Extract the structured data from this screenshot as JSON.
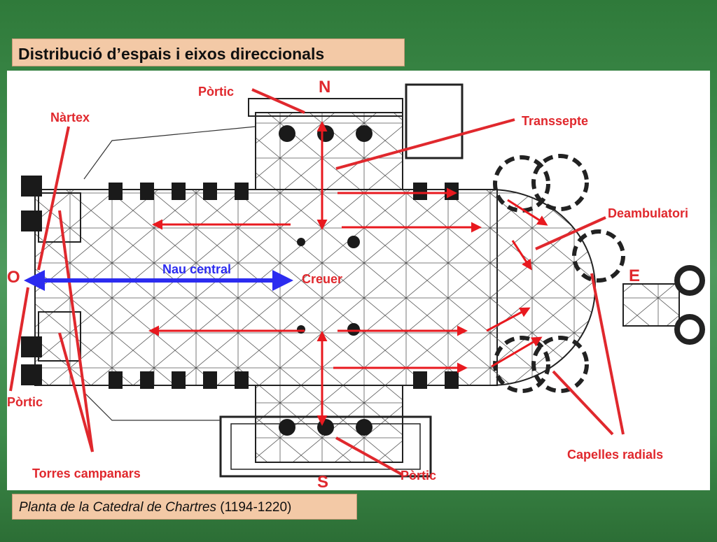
{
  "title": "Distribució d’espais i eixos direccionals",
  "caption": {
    "italic": "Planta de la Catedral de Chartres",
    "years": "(1194-1220)"
  },
  "plan": {
    "compass": {
      "north": "N",
      "south": "S",
      "east": "E",
      "west": "O"
    },
    "labels": {
      "portic_north": "Pòrtic",
      "narthex": "Nàrtex",
      "transept": "Transsepte",
      "ambulatory": "Deambulatori",
      "nave": "Nau central",
      "crossing": "Creuer",
      "portic_west": "Pòrtic",
      "bell_towers": "Torres campanars",
      "portic_south": "Pòrtic",
      "radial_chapels": "Capelles radials"
    },
    "colors": {
      "label_red": "#e0282d",
      "nave_axis_blue": "#2c2cf0",
      "direction_arrow_red": "#e8191f"
    }
  }
}
